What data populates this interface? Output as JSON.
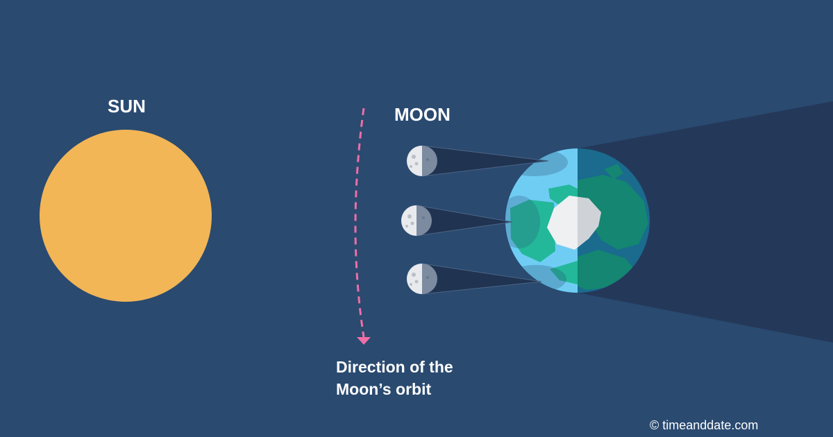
{
  "labels": {
    "sun": "SUN",
    "moon": "MOON",
    "orbit_line1": "Direction of the",
    "orbit_line2": "Moon’s orbit",
    "credit": "© timeanddate.com"
  },
  "colors": {
    "background": "#2a4a70",
    "sun": "#f2b657",
    "shadow": "#24395a",
    "moon_shadow": "#1e2f4a",
    "earth_ocean_day": "#6fcdf4",
    "earth_ocean_night": "#1a6b8e",
    "earth_land_day": "#23b89a",
    "earth_land_night": "#148671",
    "earth_ice": "#e9ecef",
    "moon_light": "#e8eaed",
    "moon_dark": "#7d8ba0",
    "orbit_arrow": "#f06ea6",
    "text": "#ffffff"
  },
  "icons": {
    "sun": "sun-disc",
    "earth": "earth-globe",
    "moon": "half-moon",
    "orbit": "dashed-arrow"
  }
}
